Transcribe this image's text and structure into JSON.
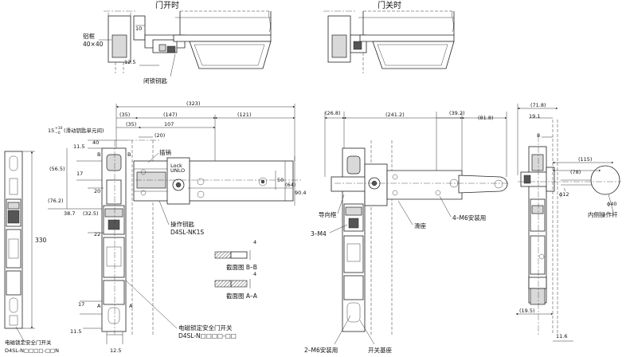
{
  "titles": {
    "open": "门开时",
    "closed": "门关时"
  },
  "labels": {
    "aluminum_frame": "铝框",
    "frame_size": "40×40",
    "lock_key": "闭锁钥匙",
    "latch": "插销",
    "operation_key": "操作钥匙",
    "operation_key_model": "D4SL-NK1S",
    "section_bb": "截面图 B–B",
    "section_aa": "截面图 A–A",
    "switch_name": "电磁锁定安全门开关",
    "switch_model": "D4SL-N□□□□-□□",
    "switch_name_left": "电磁锁定安全门开关",
    "switch_model_left": "D4SL-N□□□□-□□N",
    "guide_frame": "导向框",
    "m4": "3–M4",
    "slide": "滑座",
    "m6_mount4": "4–M6安装用",
    "m6_mount2": "2–M6安装用",
    "switch_base": "开关基座",
    "inner_lever": "内侧操作杆",
    "slide_tolerance": "15",
    "slide_tolerance_sup": "+10",
    "slide_tolerance_sub": "−0",
    "slide_note": "(滑动钥匙单元间)",
    "lock_label_top": "Lock",
    "lock_label_bottom": "UNLO"
  },
  "dims": {
    "open_10": "10",
    "open_12_5": "12.5",
    "d323": "(323)",
    "d35a": "(35)",
    "d147": "(147)",
    "d121": "(121)",
    "d35b": "(35)",
    "d107": "107",
    "d20a": "(20)",
    "d40": "40",
    "d11_5a": "11.5",
    "d17a": "17",
    "d56_5": "(56.5)",
    "d20b": "20",
    "d76_2": "(76.2)",
    "d38_7": "38.7",
    "d32_5": "(32.5)",
    "d22": "22",
    "d330": "330",
    "d17b": "17",
    "d11_5b": "11.5",
    "d12_5": "12.5",
    "d50": "50",
    "d64": "(64)",
    "d90_4": "90.4",
    "d4a": "4",
    "d4b": "4",
    "sec_b": "B",
    "sec_a": "A",
    "d26_8": "(26.8)",
    "d241_2": "(241.2)",
    "d39_2": "(39.2)",
    "d81_8": "(81.8)",
    "d71_8": "(71.8)",
    "d19_1": "19.1",
    "d8": "8",
    "d115": "(115)",
    "d78": "(78)",
    "d_phi12": "ϕ12",
    "d_phi40": "ϕ40",
    "d19_5": "(19.5)",
    "d11_6": "11.6"
  }
}
